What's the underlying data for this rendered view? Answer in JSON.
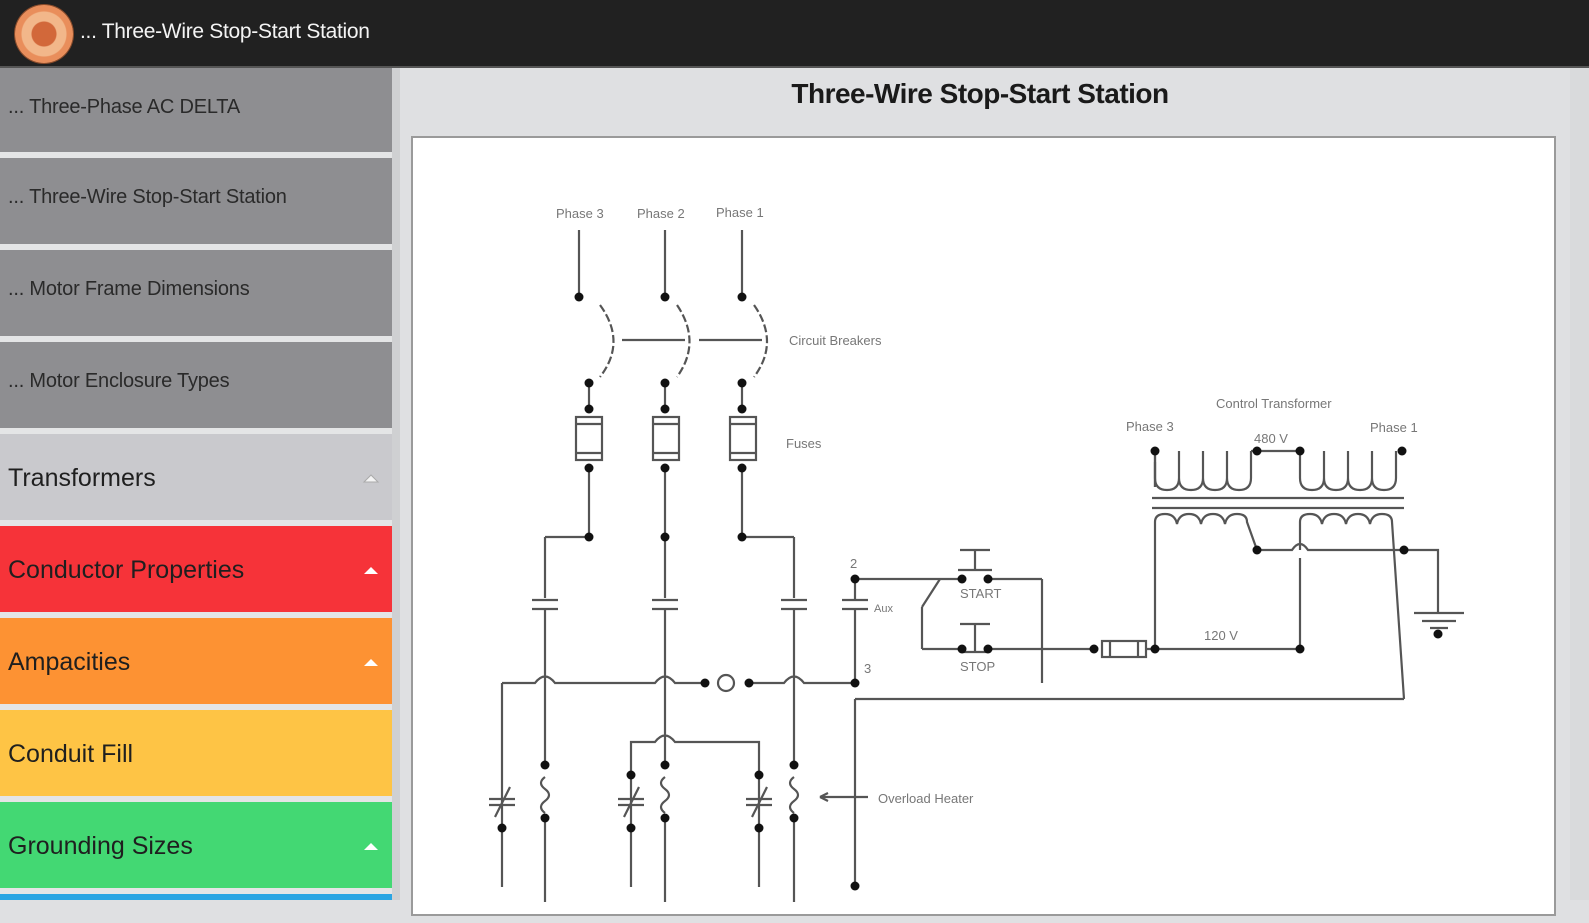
{
  "topbar": {
    "title": "... Three-Wire Stop-Start Station",
    "logo_icon": "app-logo-icon"
  },
  "sidebar": {
    "sub_items": [
      {
        "label": "... Three-Phase AC DELTA"
      },
      {
        "label": "... Three-Wire Stop-Start Station"
      },
      {
        "label": "... Motor Frame Dimensions"
      },
      {
        "label": "... Motor Enclosure Types"
      }
    ],
    "categories": [
      {
        "label": "Transformers",
        "color": "#c9c9cd",
        "chevron": true
      },
      {
        "label": "Conductor Properties",
        "color": "#f63339",
        "chevron": true
      },
      {
        "label": "Ampacities",
        "color": "#fd9233",
        "chevron": true
      },
      {
        "label": "Conduit Fill",
        "color": "#fec445",
        "chevron": false
      },
      {
        "label": "Grounding Sizes",
        "color": "#43d873",
        "chevron": true
      }
    ],
    "next_category_color": "#2aa5e3"
  },
  "main": {
    "title": "Three-Wire Stop-Start Station",
    "diagram": {
      "labels": {
        "phase3": "Phase 3",
        "phase2": "Phase 2",
        "phase1": "Phase 1",
        "circuit_breakers": "Circuit Breakers",
        "fuses": "Fuses",
        "control_transformer": "Control Transformer",
        "ct_phase3": "Phase 3",
        "ct_phase1": "Phase 1",
        "v480": "480 V",
        "v120": "120 V",
        "node2": "2",
        "node3": "3",
        "aux": "Aux",
        "start": "START",
        "stop": "STOP",
        "overload_heater": "Overload Heater"
      }
    }
  }
}
